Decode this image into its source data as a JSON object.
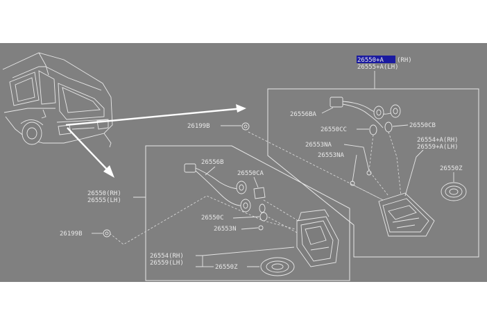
{
  "colors": {
    "background": "#808080",
    "linework": "#e8e8e8",
    "highlight": "#1a1aa0",
    "page": "#ffffff"
  },
  "labels": {
    "top_part_rh": "26550+A",
    "top_part_rh_side": "(RH)",
    "top_part_lh": "26555+A(LH)",
    "harness_upper": "26556BA",
    "socket_cc": "26550CC",
    "socket_cb": "26550CB",
    "bulb_na_upper": "26553NA",
    "bulb_na_lower": "26553NA",
    "lens_rh_upper": "26554+A(RH)",
    "lens_lh_upper": "26559+A(LH)",
    "gasket_upper": "26550Z",
    "screw_upper": "26199B",
    "harness_lower": "26556B",
    "socket_ca": "26550CA",
    "lamp_rh": "26550(RH)",
    "lamp_lh": "26555(LH)",
    "socket_c": "26550C",
    "bulb_n": "26553N",
    "screw_lower": "26199B",
    "lens_rh_lower": "26554(RH)",
    "lens_lh_lower": "26559(LH)",
    "gasket_lower": "26550Z"
  }
}
